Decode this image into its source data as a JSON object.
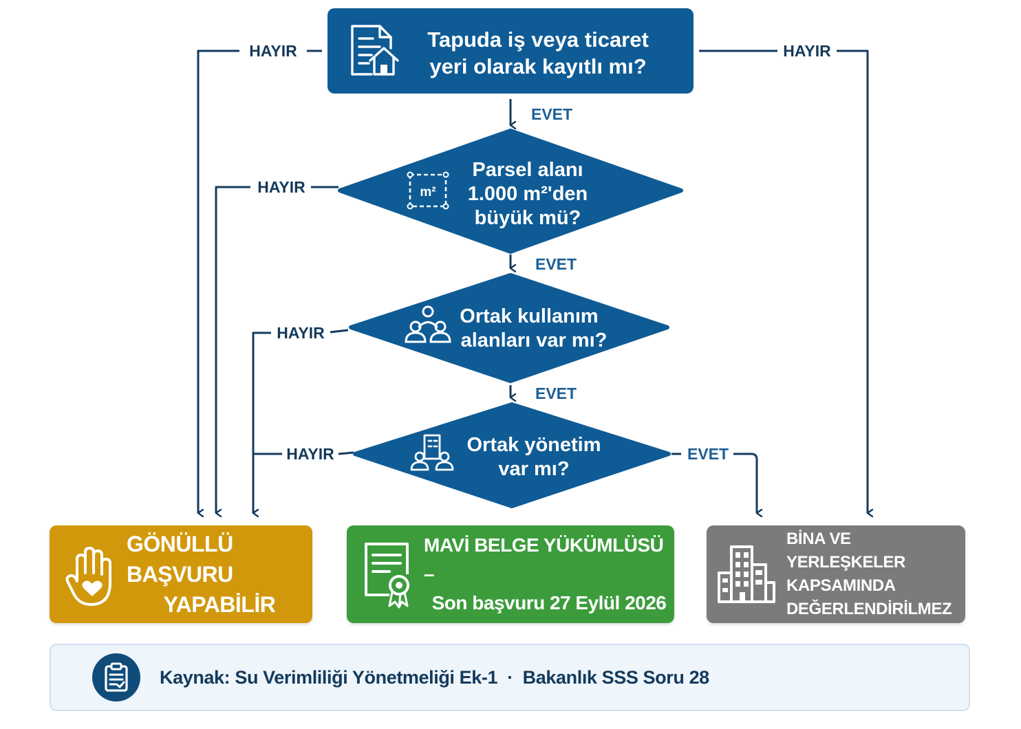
{
  "diagram": {
    "nodes": {
      "q1": {
        "lines": [
          "Tapuda iş veya ticaret",
          "yeri olarak kayıtlı mı?"
        ],
        "icon": "document-house-icon"
      },
      "q2": {
        "lines": [
          "Parsel alanı",
          "1.000 m²'den",
          "büyük mü?"
        ],
        "icon": "area-m2-icon",
        "icon_text": "m²"
      },
      "q3": {
        "lines": [
          "Ortak kullanım",
          "alanları var mı?"
        ],
        "icon": "people-group-icon"
      },
      "q4": {
        "lines": [
          "Ortak yönetim",
          "var mı?"
        ],
        "icon": "building-people-icon"
      }
    },
    "edge_labels": {
      "yes": "EVET",
      "no": "HAYIR"
    },
    "edges": [
      {
        "from": "q1",
        "to": "q2",
        "label": "EVET"
      },
      {
        "from": "q1",
        "to": "out-voluntary",
        "label": "HAYIR"
      },
      {
        "from": "q1",
        "to": "out-excluded",
        "label": "HAYIR"
      },
      {
        "from": "q2",
        "to": "q3",
        "label": "EVET"
      },
      {
        "from": "q2",
        "to": "out-voluntary",
        "label": "HAYIR"
      },
      {
        "from": "q3",
        "to": "q4",
        "label": "EVET"
      },
      {
        "from": "q3",
        "to": "out-voluntary",
        "label": "HAYIR"
      },
      {
        "from": "q4",
        "to": "out-voluntary",
        "label": "HAYIR"
      },
      {
        "from": "q4",
        "to": "out-excluded",
        "label": "EVET"
      }
    ]
  },
  "outcomes": {
    "voluntary": {
      "lines": [
        "GÖNÜLLÜ BAŞVURU",
        "YAPABİLİR"
      ],
      "icon": "hand-heart-icon"
    },
    "mandatory": {
      "lines": [
        "MAVİ BELGE YÜKÜMLÜSÜ –",
        "Son başvuru 27 Eylül 2026"
      ],
      "icon": "certificate-icon"
    },
    "excluded": {
      "lines": [
        "BİNA VE YERLEŞKELER",
        "KAPSAMINDA",
        "DEĞERLENDİRİLMEZ"
      ],
      "icon": "buildings-icon"
    }
  },
  "source": {
    "icon": "clipboard-icon",
    "text": "Kaynak: Su Verimliliği Yönetmeliği Ek-1",
    "separator": "·",
    "text2": "Bakanlık SSS Soru 28"
  },
  "colors": {
    "question": "#0f5b95",
    "line": "#143a5c",
    "voluntary": "#d2980c",
    "mandatory": "#3c9c3c",
    "excluded": "#7b7b7b",
    "source_bg": "#eef5fb"
  }
}
